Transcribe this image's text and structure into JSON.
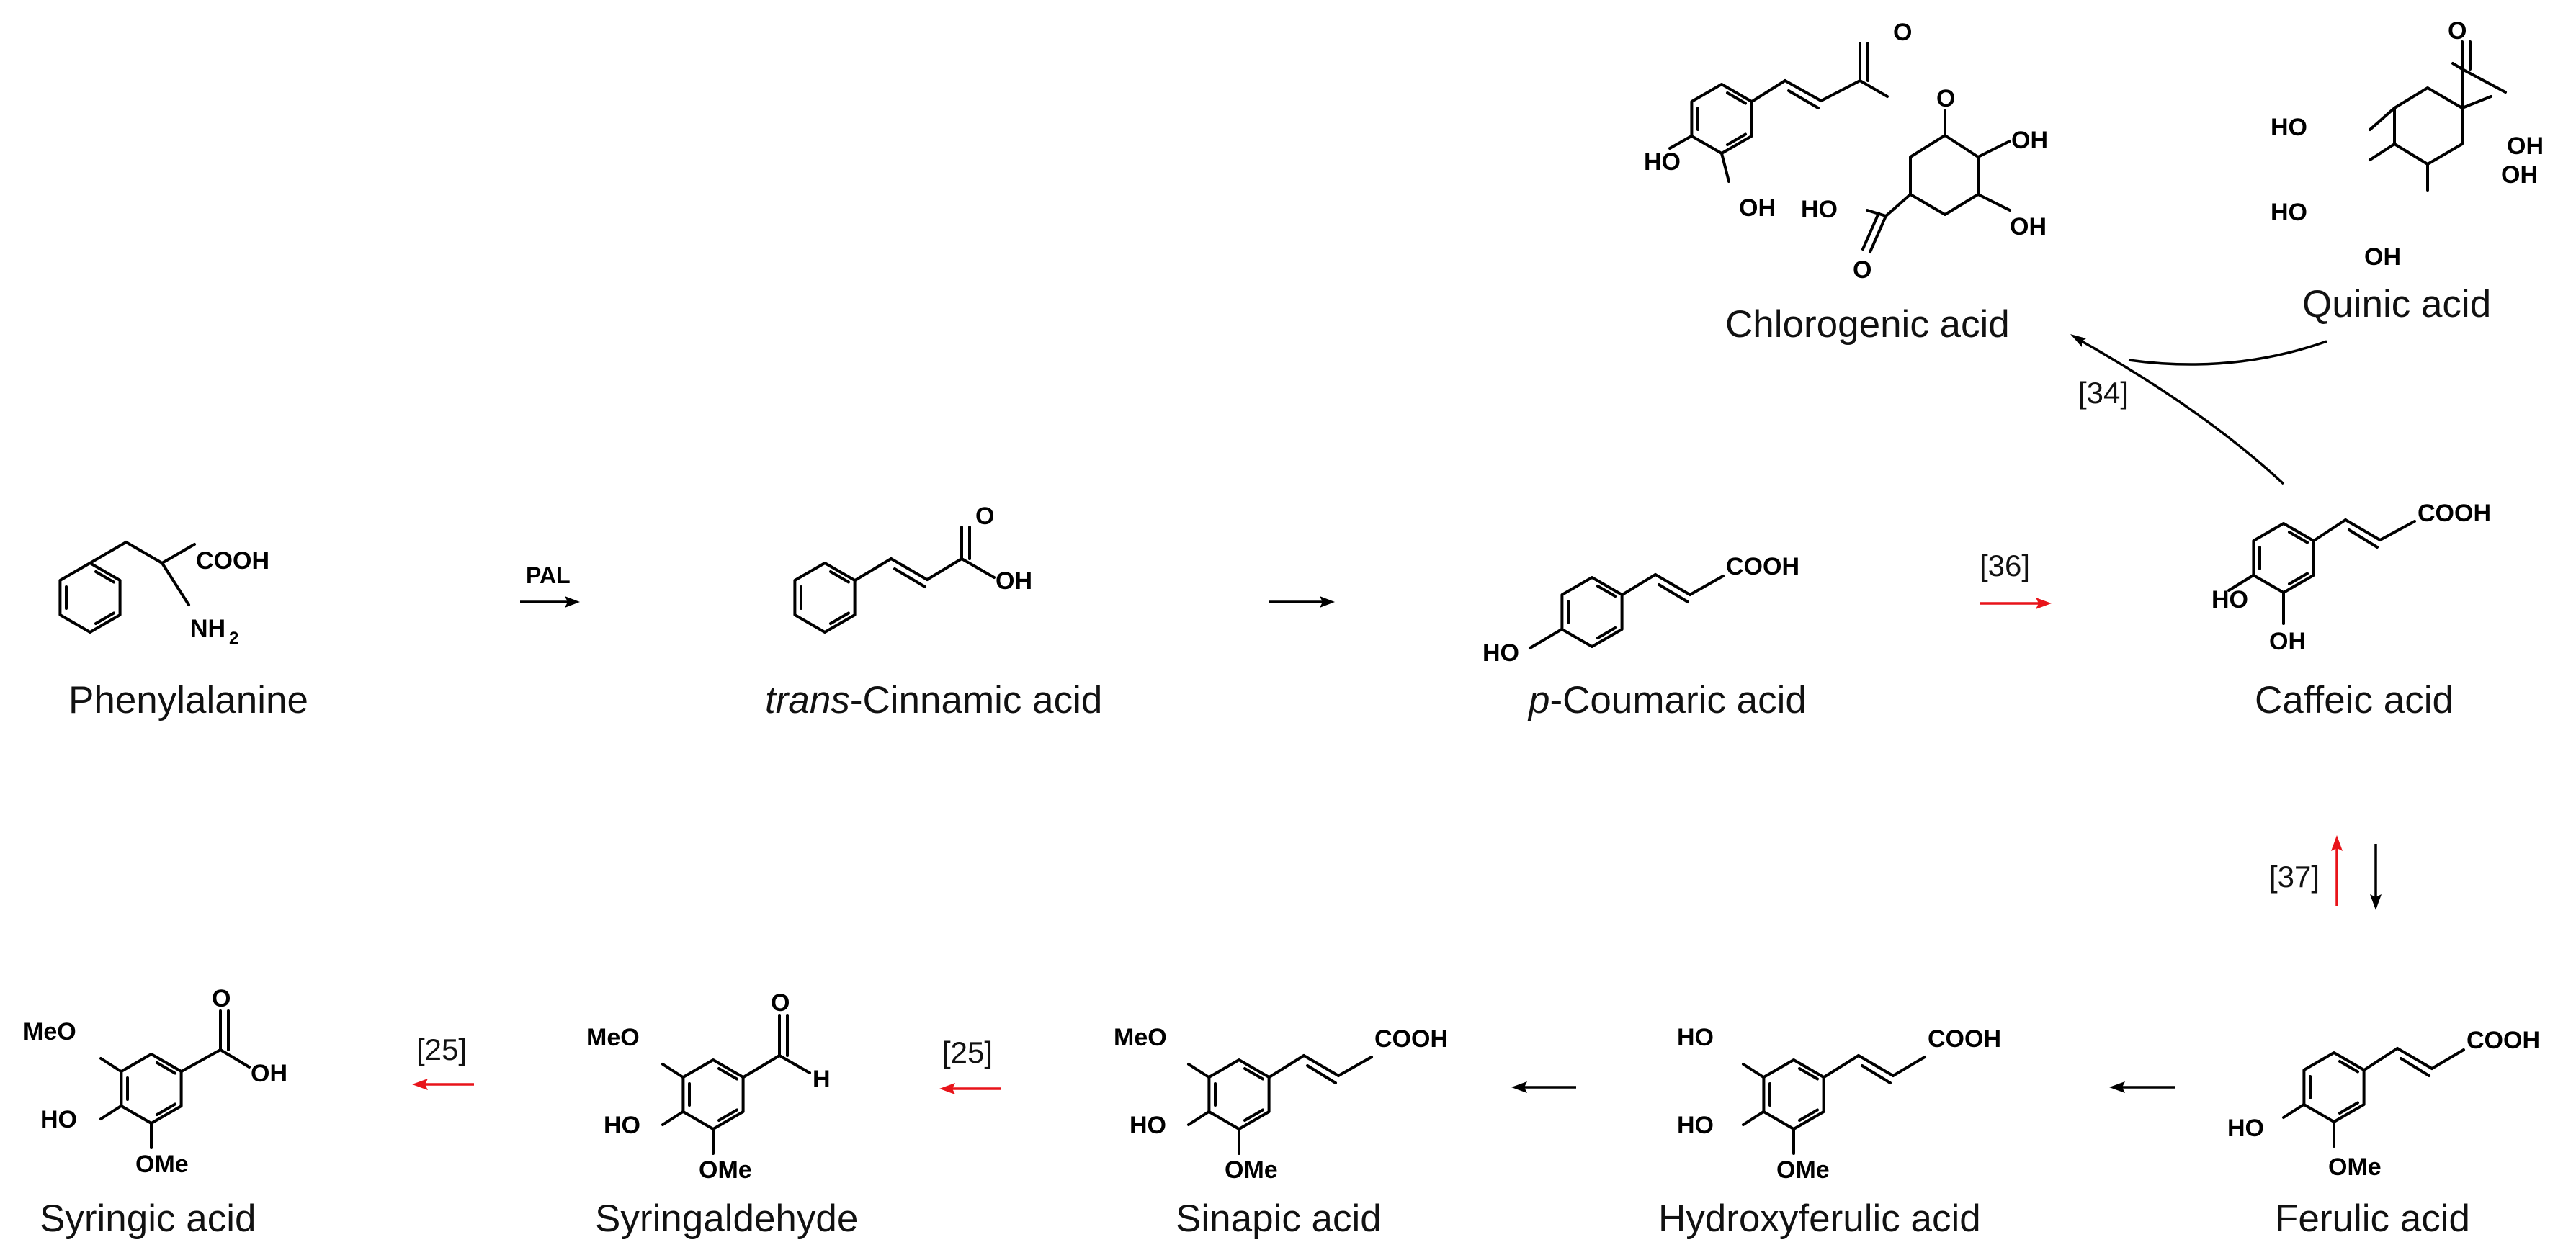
{
  "compounds": {
    "phenylalanine": {
      "name": "Phenylalanine",
      "labels": [
        "COOH",
        "NH",
        "2"
      ]
    },
    "cinnamic": {
      "name_prefix": "trans",
      "name_rest": "-Cinnamic acid",
      "labels": [
        "O",
        "OH"
      ]
    },
    "coumaric": {
      "name_prefix": "p",
      "name_rest": "-Coumaric acid",
      "labels": [
        "COOH",
        "HO"
      ]
    },
    "caffeic": {
      "name": "Caffeic acid",
      "labels": [
        "COOH",
        "HO",
        "OH"
      ]
    },
    "chlorogenic": {
      "name": "Chlorogenic acid",
      "labels": [
        "O",
        "O",
        "HO",
        "OH",
        "OH",
        "HO",
        "OH",
        "O"
      ]
    },
    "quinic": {
      "name": "Quinic acid",
      "labels": [
        "O",
        "HO",
        "OH",
        "OH",
        "HO",
        "OH"
      ]
    },
    "ferulic": {
      "name": "Ferulic acid",
      "labels": [
        "COOH",
        "HO",
        "OMe"
      ]
    },
    "hydroxyferulic": {
      "name": "Hydroxyferulic acid",
      "labels": [
        "HO",
        "COOH",
        "HO",
        "OMe"
      ]
    },
    "sinapic": {
      "name": "Sinapic acid",
      "labels": [
        "MeO",
        "COOH",
        "HO",
        "OMe"
      ]
    },
    "syringaldehyde": {
      "name": "Syringaldehyde",
      "labels": [
        "O",
        "MeO",
        "H",
        "HO",
        "OMe"
      ]
    },
    "syringic": {
      "name": "Syringic acid",
      "labels": [
        "O",
        "MeO",
        "OH",
        "HO",
        "OMe"
      ]
    }
  },
  "arrows": {
    "pal": {
      "label": "PAL"
    },
    "ref36": {
      "label": "[36]"
    },
    "ref34": {
      "label": "[34]"
    },
    "ref37": {
      "label": "[37]"
    },
    "ref25a": {
      "label": "[25]"
    },
    "ref25b": {
      "label": "[25]"
    }
  },
  "colors": {
    "black": "#000000",
    "red": "#e8141a"
  }
}
